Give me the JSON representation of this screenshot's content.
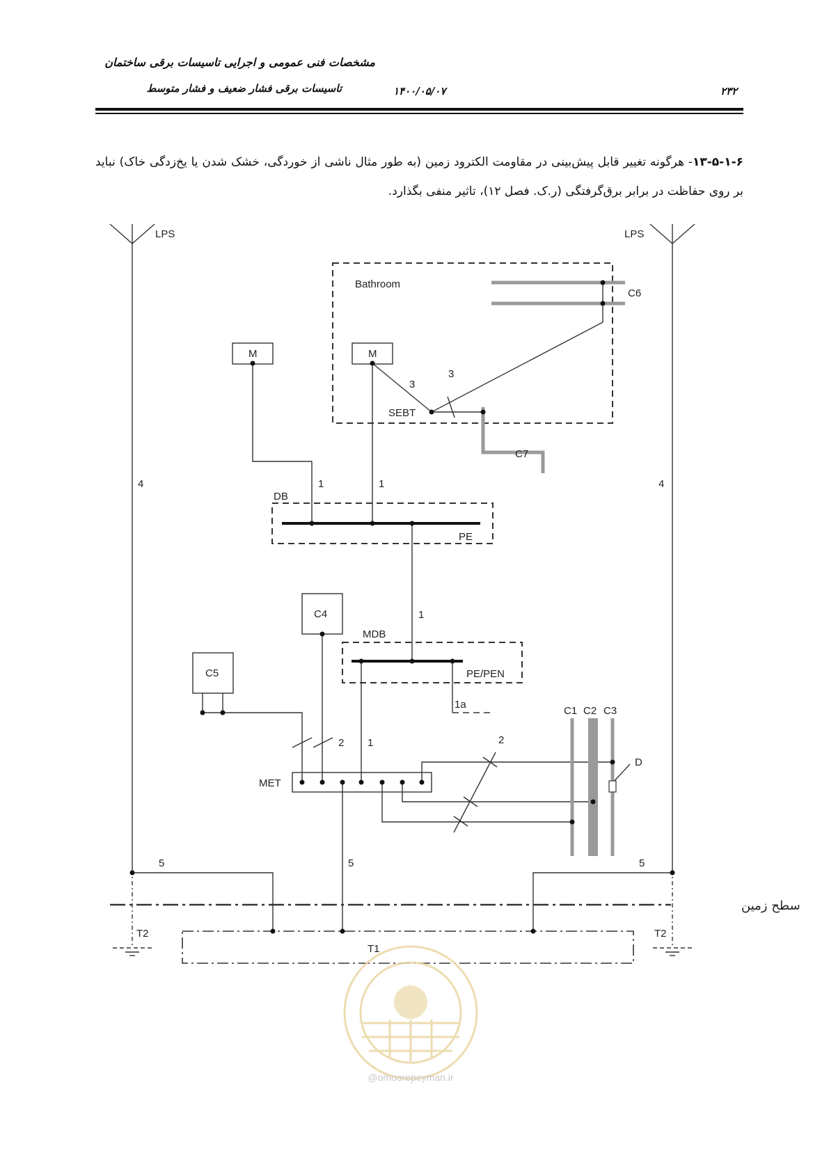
{
  "header": {
    "line1": "مشخصات فنی عمومی و اجرایی تاسیسات برقی ساختمان",
    "line2": "تاسیسات برقی فشار ضعیف و فشار متوسط",
    "date": "۱۴۰۰/۰۵/۰۷",
    "page_number": "۲۳۲"
  },
  "paragraph": {
    "number": "۱۳-۵-۱-۶",
    "text": "- هرگونه تغییر قابل پیش‌بینی در مقاومت الکترود زمین (به طور مثال ناشی از خوردگی، خشک شدن یا یخ‌زدگی خاک) نباید بر روی حفاظت در برابر برق‌گرفتگی (ر.ک. فصل ۱۲)، تاثیر منفی بگذارد."
  },
  "diagram": {
    "lps_left": "LPS",
    "lps_right": "LPS",
    "bathroom": "Bathroom",
    "c6": "C6",
    "c7": "C7",
    "m_left": "M",
    "m_right": "M",
    "sebt": "SEBT",
    "three_a": "3",
    "three_b": "3",
    "four_left": "4",
    "four_right": "4",
    "db": "DB",
    "one_db_left": "1",
    "one_db_right": "1",
    "pe": "PE",
    "one_mid": "1",
    "c4": "C4",
    "mdb": "MDB",
    "pe_pen": "PE/PEN",
    "one_a": "1a",
    "c5": "C5",
    "two_left": "2",
    "one_met": "1",
    "two_right": "2",
    "c1": "C1",
    "c2": "C2",
    "c3": "C3",
    "d": "D",
    "met": "MET",
    "five_left": "5",
    "five_mid": "5",
    "five_right": "5",
    "ground_surface": "سطح زمین",
    "t2_left": "T2",
    "t2_right": "T2",
    "t1": "T1"
  },
  "watermark": {
    "site": "@omoorepeyman.ir"
  }
}
